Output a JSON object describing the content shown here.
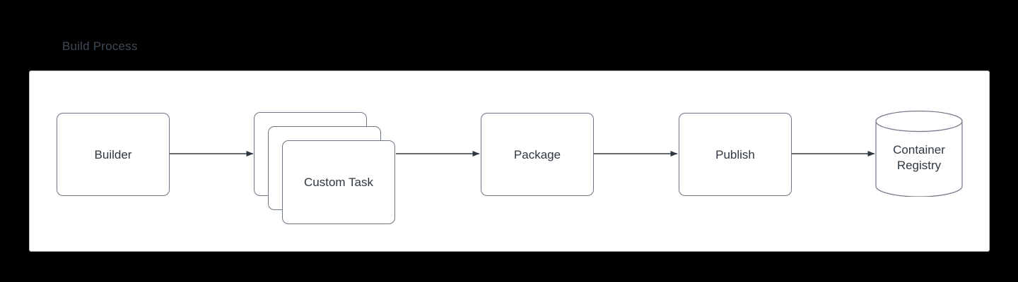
{
  "diagram": {
    "title": "Build Process",
    "title_color": "#3f4a57",
    "background_color": "#000000",
    "panel_fill": "#ffffff",
    "panel_border_color": "#b6bcc6",
    "node_border_color": "#6d7784",
    "node_text_color": "#2f3841",
    "edge_color": "#2f3841",
    "nodes": [
      {
        "id": "builder",
        "label": "Builder",
        "shape": "rounded-rect"
      },
      {
        "id": "custom-task",
        "label": "Custom Task",
        "shape": "stacked-rounded-rect",
        "stack_count": 3
      },
      {
        "id": "package",
        "label": "Package",
        "shape": "rounded-rect"
      },
      {
        "id": "publish",
        "label": "Publish",
        "shape": "rounded-rect"
      },
      {
        "id": "registry",
        "label_line1": "Container",
        "label_line2": "Registry",
        "shape": "cylinder"
      }
    ],
    "edges": [
      {
        "from": "builder",
        "to": "custom-task",
        "arrow": "filled-triangle"
      },
      {
        "from": "custom-task",
        "to": "package",
        "arrow": "filled-triangle"
      },
      {
        "from": "package",
        "to": "publish",
        "arrow": "filled-triangle"
      },
      {
        "from": "publish",
        "to": "registry",
        "arrow": "filled-triangle"
      }
    ]
  }
}
